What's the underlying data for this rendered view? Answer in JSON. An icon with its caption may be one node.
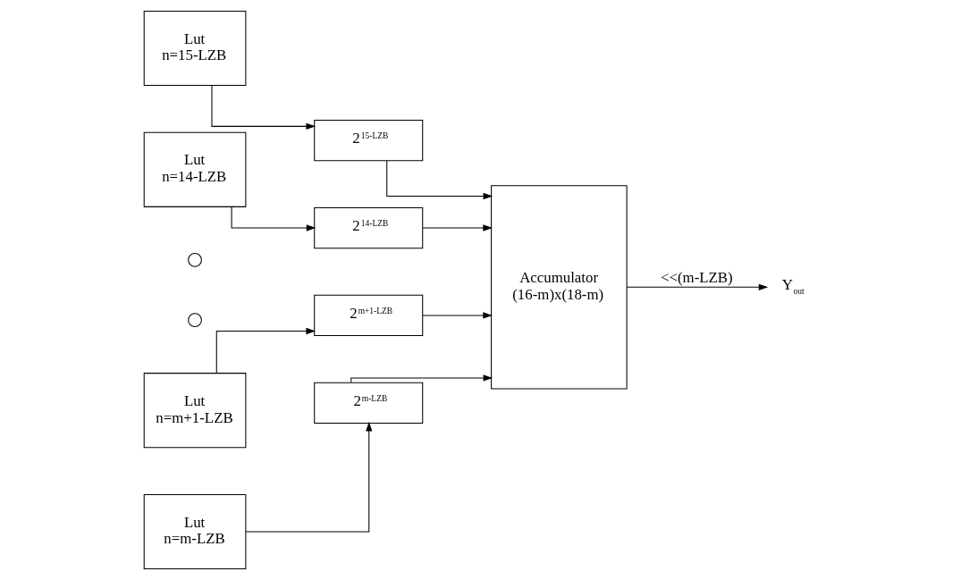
{
  "diagram": {
    "nodes": [
      {
        "text": [
          "Lut",
          "n=15-LZB"
        ]
      },
      {
        "text": [
          "Lut",
          "n=14-LZB"
        ]
      },
      {
        "text": [],
        "shape": "circle"
      },
      {
        "text": [],
        "shape": "circle"
      },
      {
        "text": [
          "Lut",
          "n=m+1-LZB"
        ]
      },
      {
        "text": [
          "Lut",
          "n=m-LZB"
        ]
      },
      {
        "text": [
          "2$^{15-LZB}$"
        ]
      },
      {
        "text": [
          "2$^{14-LZB}$"
        ]
      },
      {
        "text": [
          "2$^{m+1-LZB}$"
        ]
      },
      {
        "text": [
          "2$^{m-LZB}$"
        ]
      },
      {
        "text": [
          "Accumulator",
          "(16-m)x(18-m)"
        ]
      },
      {
        "text": [
          "Y$_{out}$"
        ]
      }
    ],
    "edges": [
      {
        "from": 0,
        "to": 6,
        "arrow": "to"
      },
      {
        "from": 1,
        "to": 7,
        "arrow": "to"
      },
      {
        "from": 4,
        "to": 8,
        "arrow": "to"
      },
      {
        "from": 5,
        "to": 9,
        "arrow": "to"
      },
      {
        "from": 6,
        "to": 10,
        "arrow": "to"
      },
      {
        "from": 7,
        "to": 10,
        "arrow": "to"
      },
      {
        "from": 8,
        "to": 10,
        "arrow": "to"
      },
      {
        "from": 9,
        "to": 10,
        "arrow": "to"
      },
      {
        "from": 10,
        "to": 11,
        "arrow": "to",
        "label": "<<(m-LZB)"
      }
    ]
  }
}
